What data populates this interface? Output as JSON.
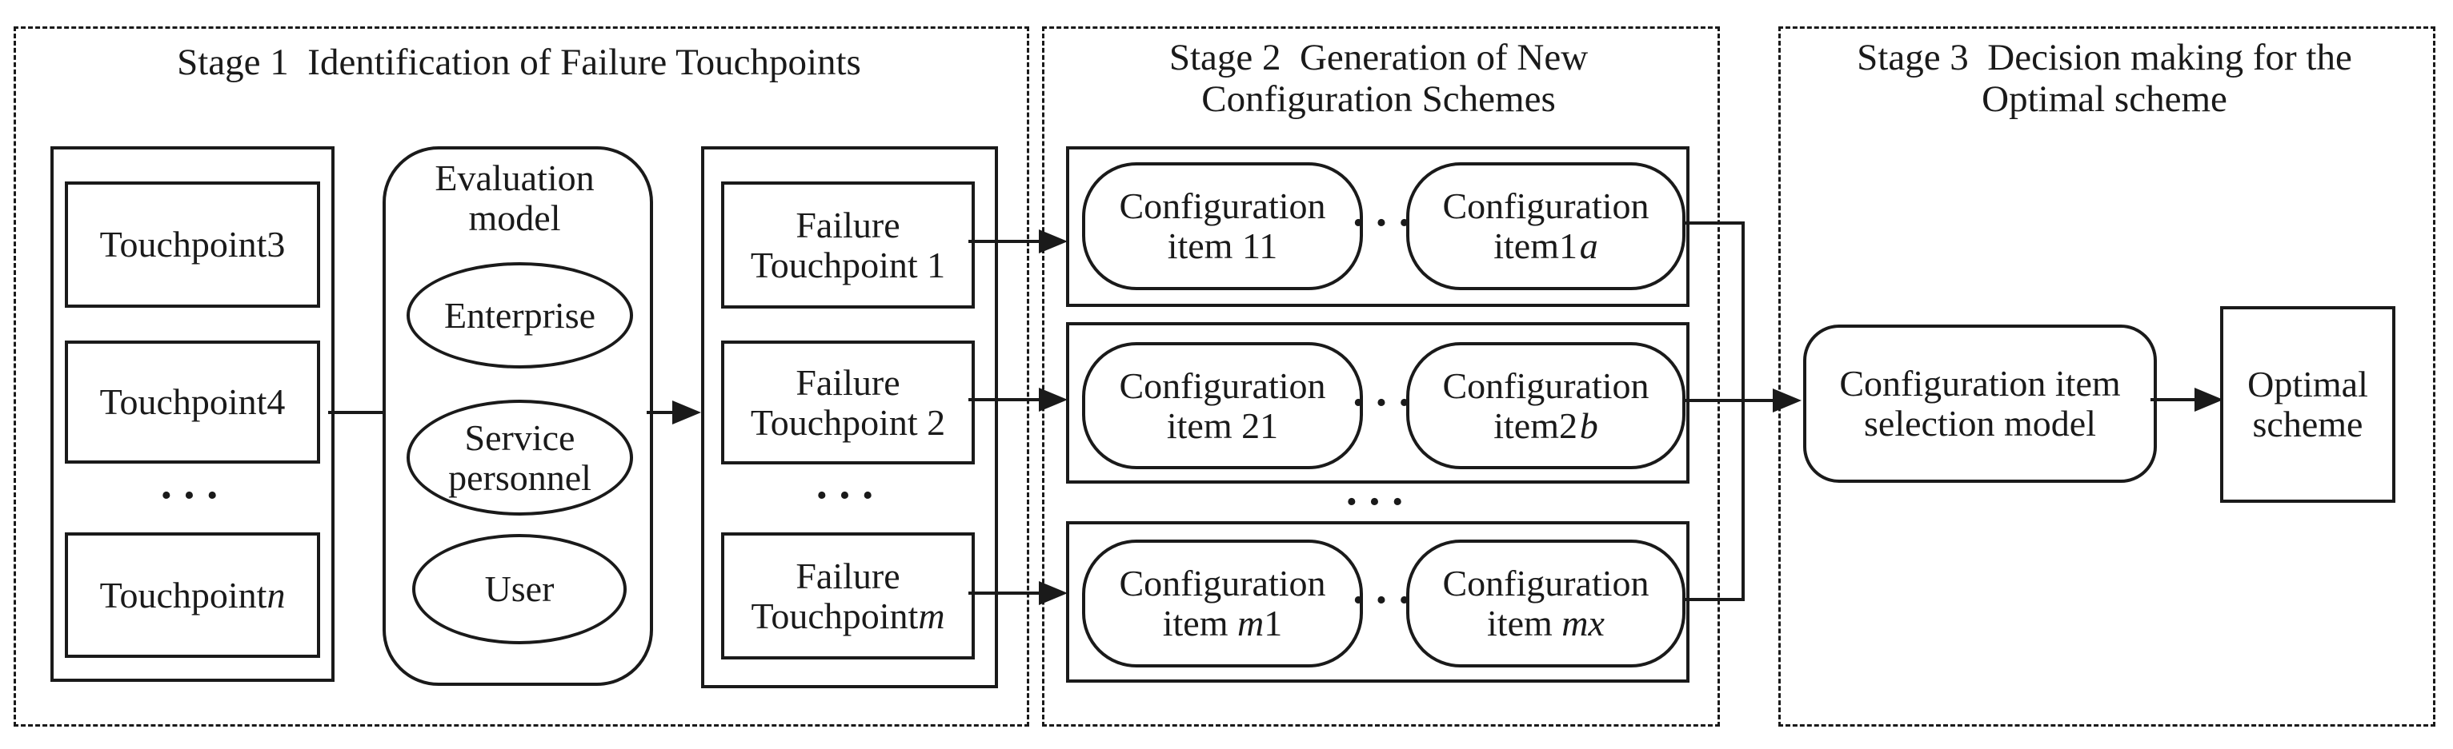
{
  "colors": {
    "ink": "#1a1a1a",
    "background": "#ffffff"
  },
  "glyphs": {
    "ellipsis": "···"
  },
  "stage1": {
    "title": "Stage 1  Identification of Failure Touchpoints",
    "touchpoint3": "Touchpoint3",
    "touchpoint4": "Touchpoint4",
    "touchpoint_n_prefix": "Touchpoint",
    "touchpoint_n_var": "n",
    "evaluation_title": "Evaluation\nmodel",
    "ellipse_enterprise": "Enterprise",
    "ellipse_service": "Service\npersonnel",
    "ellipse_user": "User",
    "failure_tp1": "Failure\nTouchpoint 1",
    "failure_tp2": "Failure\nTouchpoint 2",
    "failure_tpm_line1": "Failure",
    "failure_tpm_prefix": "Touchpoint",
    "failure_tpm_var": "m"
  },
  "stage2": {
    "title": "Stage 2  Generation of New\nConfiguration Schemes",
    "row1": {
      "a": "Configuration\nitem 11",
      "b_line1": "Configuration",
      "b_prefix": "item1",
      "b_italic": "a"
    },
    "row2": {
      "a": "Configuration\nitem 21",
      "b_line1": "Configuration",
      "b_prefix": "item2",
      "b_italic": "b"
    },
    "row3": {
      "a_line1": "Configuration",
      "a_prefix": "item ",
      "a_italic": "m",
      "a_suffix": "1",
      "b_line1": "Configuration",
      "b_prefix": "item ",
      "b_italic": "mx"
    }
  },
  "stage3": {
    "title": "Stage 3  Decision making for the\nOptimal scheme",
    "selection_model": "Configuration item\nselection model",
    "optimal_scheme": "Optimal\nscheme"
  }
}
